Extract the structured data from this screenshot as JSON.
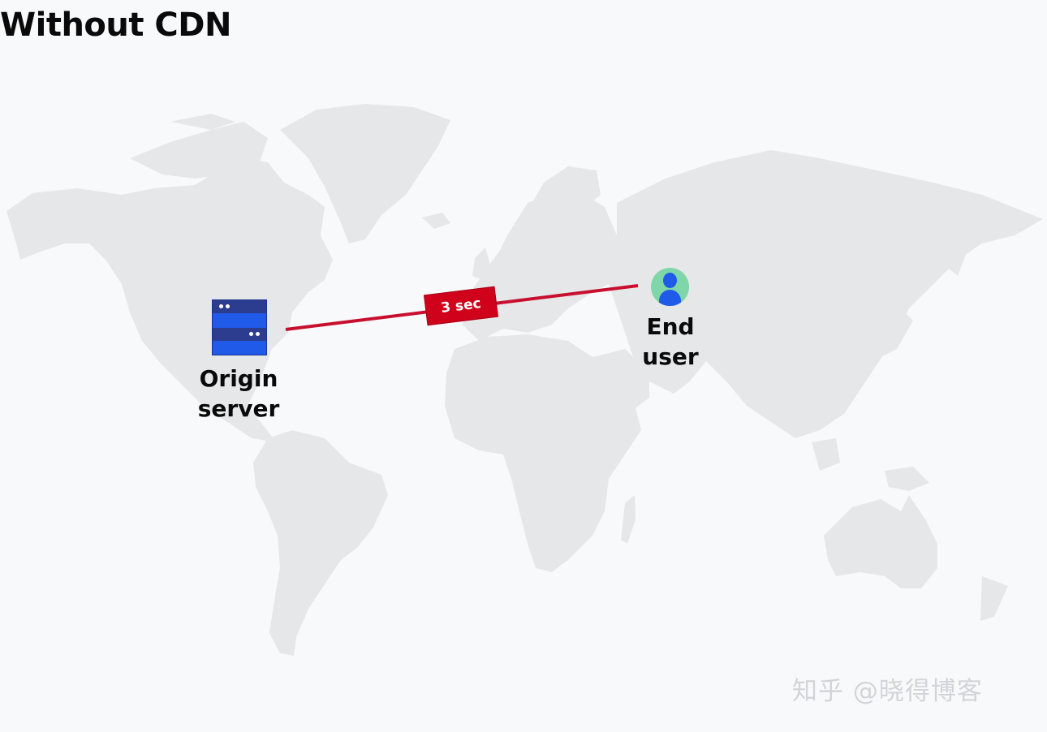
{
  "title": "Without CDN",
  "nodes": {
    "origin": {
      "label_line1": "Origin",
      "label_line2": "server",
      "icon": "server-icon"
    },
    "user": {
      "label_line1": "End",
      "label_line2": "user",
      "icon": "user-avatar-icon"
    }
  },
  "connection": {
    "latency_label": "3 sec",
    "color": "#c8102e"
  },
  "colors": {
    "background": "#f8f9fb",
    "land": "#e6e7e9",
    "server_blue": "#1f5ae8",
    "server_band": "#2c3d8f",
    "user_circle": "#7fd6a8",
    "badge_red": "#d0021b"
  },
  "watermark": "知乎 @晓得博客"
}
